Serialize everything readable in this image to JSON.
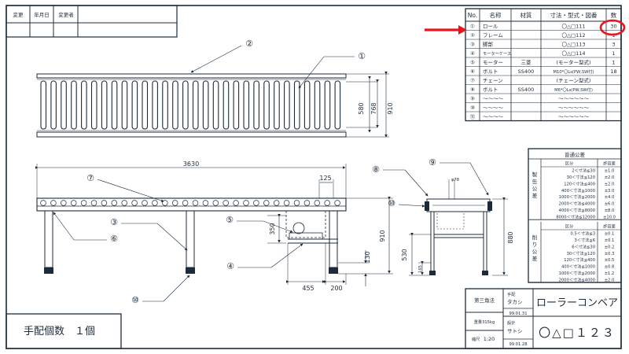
{
  "revision_block": {
    "headers": [
      "変更",
      "年月日",
      "変更者"
    ]
  },
  "parts_list": {
    "headers": [
      "No.",
      "名称",
      "材質",
      "寸法・型式・図番",
      "数"
    ],
    "rows": [
      {
        "no": "①",
        "name": "ロール",
        "material": "",
        "spec": "〇△□111",
        "qty": "30"
      },
      {
        "no": "②",
        "name": "フレーム",
        "material": "",
        "spec": "〇△□112",
        "qty": "1"
      },
      {
        "no": "③",
        "name": "脚部",
        "material": "",
        "spec": "〇△□113",
        "qty": "3"
      },
      {
        "no": "④",
        "name": "モーターケース",
        "material": "",
        "spec": "〇△□114",
        "qty": "1"
      },
      {
        "no": "⑤",
        "name": "モーター",
        "material": "三菱",
        "spec": "(モーター型式)",
        "qty": "1"
      },
      {
        "no": "⑥",
        "name": "ボルト",
        "material": "SS400",
        "spec": "M10*〇Ls(PW,SW付)",
        "qty": "18"
      },
      {
        "no": "⑦",
        "name": "チェーン",
        "material": "",
        "spec": "(チェーン型式)",
        "qty": ""
      },
      {
        "no": "⑧",
        "name": "ボルト",
        "material": "SS400",
        "spec": "M6*〇Ls(PW,SW付)",
        "qty": ""
      },
      {
        "no": "⑨",
        "name": "～～～～",
        "material": "",
        "spec": "～～～～～～",
        "qty": ""
      },
      {
        "no": "⑩",
        "name": "～～～～",
        "material": "",
        "spec": "～～～～～～",
        "qty": ""
      },
      {
        "no": "⑪",
        "name": "～～～～",
        "material": "",
        "spec": "～～～～～～",
        "qty": ""
      }
    ]
  },
  "tolerance": {
    "title": "普通公差",
    "machined": {
      "side_label": "製缶公差",
      "col_range": "区分",
      "col_tol": "許容差",
      "rows": [
        {
          "range": "2＜寸法≦30",
          "tol": "±1.0"
        },
        {
          "range": "30＜寸法≦120",
          "tol": "±2.0"
        },
        {
          "range": "120＜寸法≦400",
          "tol": "±2.0"
        },
        {
          "range": "400＜寸法≦1000",
          "tol": "±3.0"
        },
        {
          "range": "1000＜寸法≦2000",
          "tol": "±4.0"
        },
        {
          "range": "2000＜寸法≦4000",
          "tol": "±6.0"
        },
        {
          "range": "4000＜寸法≦8000",
          "tol": "±8.0"
        },
        {
          "range": "8000＜寸法≦12000",
          "tol": "±10.0"
        }
      ]
    },
    "cut": {
      "side_label": "削り公差",
      "col_range": "区分",
      "col_tol": "許容差",
      "rows": [
        {
          "range": "0.5＜寸法≦3",
          "tol": "±0.1"
        },
        {
          "range": "3＜寸法≦6",
          "tol": "±0.1"
        },
        {
          "range": "6＜寸法≦30",
          "tol": "±0.2"
        },
        {
          "range": "30＜寸法≦120",
          "tol": "±0.3"
        },
        {
          "range": "120＜寸法≦400",
          "tol": "±0.5"
        },
        {
          "range": "400＜寸法≦1000",
          "tol": "±0.8"
        },
        {
          "range": "1000＜寸法≦2000",
          "tol": "±1.2"
        },
        {
          "range": "2000＜寸法≦4000",
          "tol": "±2.0"
        }
      ]
    }
  },
  "title_block": {
    "projection": "第三角法",
    "weight": "重量315kg",
    "scale_label": "縮尺",
    "scale": "1:20",
    "drafter_role": "手配",
    "drafter_name": "タカシ",
    "drafter_date": "99.01.31",
    "designer_role": "設計",
    "designer_name": "サトシ",
    "designer_date": "99.01.28",
    "drawing_title": "ローラーコンベア",
    "drawing_number": "〇△□１２３"
  },
  "order_quantity": "手配個数　１個",
  "dimensions": {
    "plan_inner_width": "580",
    "plan_roller_width": "768",
    "plan_total_width": "910",
    "overall_length": "3630",
    "roller_pitch": "125",
    "motor_height": "350",
    "side_height": "910",
    "bottom_clearance": "130",
    "motor_offset": "455",
    "leg_offset": "200",
    "end_height": "880",
    "end_frame": "530",
    "end_foot": "165",
    "shaft_dia": "φ78"
  },
  "callouts": [
    "①",
    "②",
    "③",
    "④",
    "⑤",
    "⑥",
    "⑦",
    "⑧",
    "⑨",
    "⑩"
  ],
  "highlight": {
    "color": "#e8151f"
  }
}
